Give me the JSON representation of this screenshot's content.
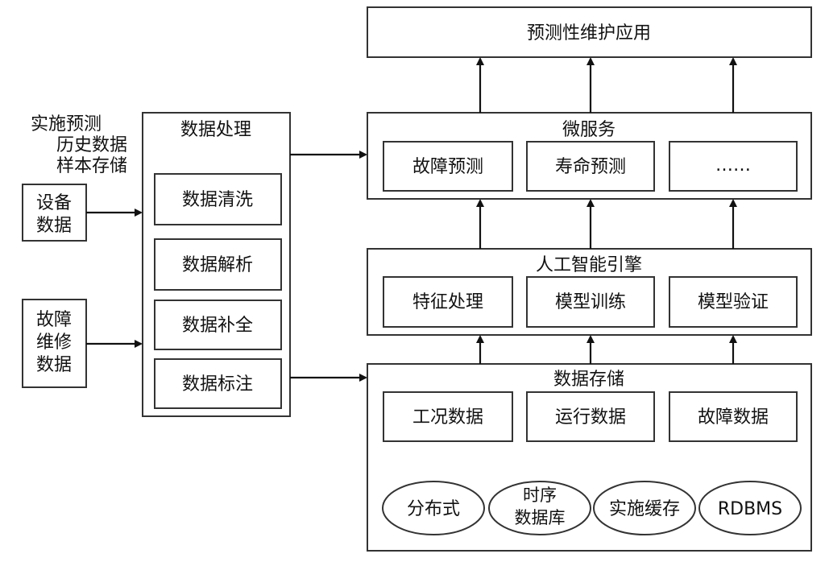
{
  "app_layer": {
    "title": "预测性维护应用"
  },
  "microservice": {
    "title": "微服务",
    "items": [
      "故障预测",
      "寿命预测",
      "……"
    ]
  },
  "ai_engine": {
    "title": "人工智能引擎",
    "items": [
      "特征处理",
      "模型训练",
      "模型验证"
    ]
  },
  "storage": {
    "title": "数据存储",
    "items": [
      "工况数据",
      "运行数据",
      "故障数据"
    ],
    "tech": [
      {
        "lines": [
          "分布式"
        ]
      },
      {
        "lines": [
          "时序",
          "数据库"
        ]
      },
      {
        "lines": [
          "实施缓存"
        ]
      },
      {
        "lines": [
          "RDBMS"
        ]
      }
    ]
  },
  "processing": {
    "title": "数据处理",
    "items": [
      "数据清洗",
      "数据解析",
      "数据补全",
      "数据标注"
    ]
  },
  "note": {
    "lines": [
      "实施预测",
      "历史数据",
      "样本存储"
    ]
  },
  "inputs": [
    {
      "lines": [
        "设备",
        "数据"
      ]
    },
    {
      "lines": [
        "故障",
        "维修",
        "数据"
      ]
    }
  ]
}
